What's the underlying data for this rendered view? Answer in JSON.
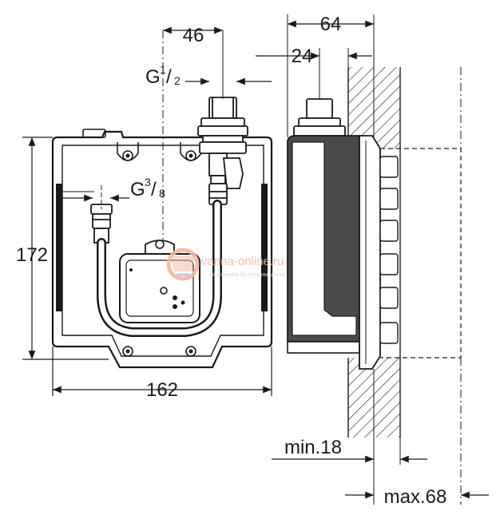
{
  "dimensions": {
    "depth_top": "64",
    "spacing_top": "46",
    "spacing_mid": "24",
    "height": "172",
    "width": "162",
    "min_depth": "min.18",
    "max_depth": "max.68"
  },
  "thread_labels": {
    "outlet": {
      "base": "G",
      "num": "1",
      "den": "2"
    },
    "inlet": {
      "base": "G",
      "num": "3",
      "den": "8"
    }
  },
  "watermark": {
    "site": "vanna-online.ru",
    "tagline": "сантехника по лучшим ценам"
  },
  "colors": {
    "line": "#1a1a1a",
    "box_fill": "#4a4a4a",
    "watermark": "#f0b9a3"
  }
}
